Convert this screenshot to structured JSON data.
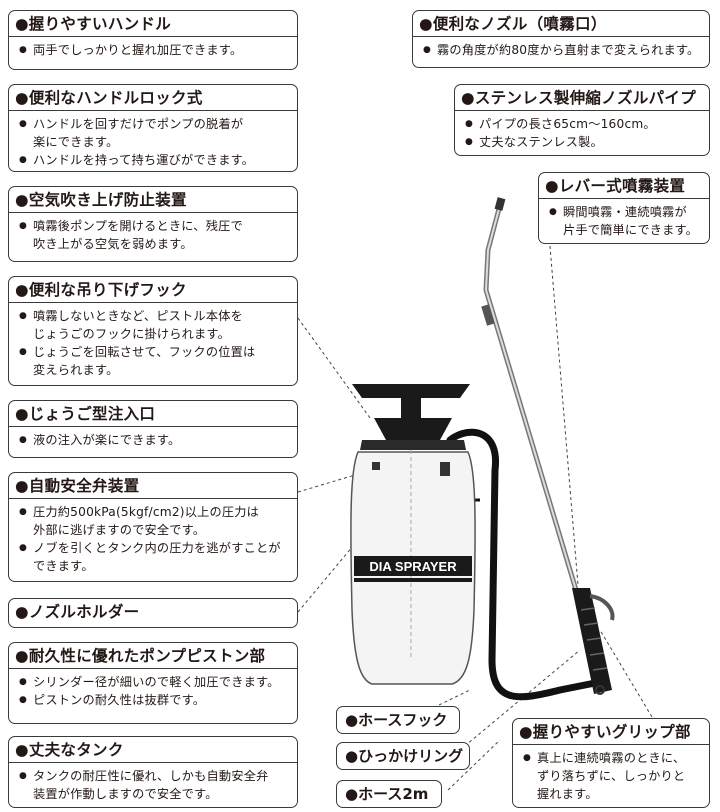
{
  "left_boxes": [
    {
      "title": "●握りやすいハンドル",
      "items": [
        "両手でしっかりと握れ加圧できます。"
      ]
    },
    {
      "title": "●便利なハンドルロック式",
      "items": [
        "ハンドルを回すだけでポンプの脱着が\n楽にできます。",
        "ハンドルを持って持ち運びができます。"
      ]
    },
    {
      "title": "●空気吹き上げ防止装置",
      "items": [
        "噴霧後ポンプを開けるときに、残圧で\n吹き上がる空気を弱めます。"
      ]
    },
    {
      "title": "●便利な吊り下げフック",
      "items": [
        "噴霧しないときなど、ピストル本体を\nじょうごのフックに掛けられます。",
        "じょうごを回転させて、フックの位置は\n変えられます。"
      ]
    },
    {
      "title": "●じょうご型注入口",
      "items": [
        "液の注入が楽にできます。"
      ]
    },
    {
      "title": "●自動安全弁装置",
      "items": [
        "圧力約500kPa(5kgf/cm2)以上の圧力は\n外部に逃げますので安全です。",
        "ノブを引くとタンク内の圧力を逃がすことが\nできます。"
      ]
    },
    {
      "title": "●ノズルホルダー",
      "items": []
    },
    {
      "title": "●耐久性に優れたポンプピストン部",
      "items": [
        "シリンダー径が細いので軽く加圧できます。",
        "ピストンの耐久性は抜群です。"
      ]
    },
    {
      "title": "●丈夫なタンク",
      "items": [
        "タンクの耐圧性に優れ、しかも自動安全弁\n装置が作動しますので安全です。"
      ]
    }
  ],
  "right_boxes": [
    {
      "title": "●便利なノズル（噴霧口）",
      "items": [
        "霧の角度が約80度から直射まで変えられます。"
      ]
    },
    {
      "title": "●ステンレス製伸縮ノズルパイプ",
      "items": [
        "パイプの長さ65cm～160cm。",
        "丈夫なステンレス製。"
      ]
    },
    {
      "title": "●レバー式噴霧装置",
      "items": [
        "瞬間噴霧・連続噴霧が\n片手で簡単にできます。"
      ]
    },
    {
      "title": "●握りやすいグリップ部",
      "items": [
        "真上に連続噴霧のときに、\nずり落ちずに、しっかりと\n握れます。"
      ]
    }
  ],
  "tags": [
    "●ホースフック",
    "●ひっかけリング",
    "●ホース2m"
  ],
  "product_label": "DIA SPRAYER"
}
